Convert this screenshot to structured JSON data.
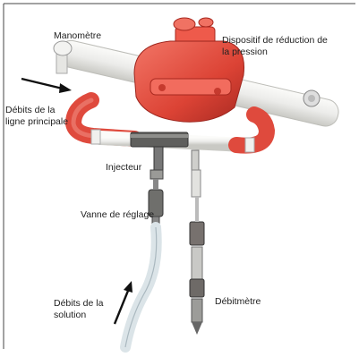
{
  "labels": {
    "manometre": "Manomètre",
    "pressure_device": [
      "Dispositif de réduction de",
      "la pression"
    ],
    "main_line": [
      "Débits de la",
      "ligne principale"
    ],
    "injector": "Injecteur",
    "valve": "Vanne de réglage",
    "solution": [
      "Débits de la",
      "solution"
    ],
    "flowmeter": "Débitmètre"
  },
  "colors": {
    "pipe": "#eeeeec",
    "pipe_edge": "#b9b9b4",
    "red": "#e04c3f",
    "red_dark": "#b9302a",
    "tube": "#dde6ea",
    "metal": "#7a7a78"
  },
  "icons": [
    "left-arrow-icon",
    "up-arrow-icon"
  ]
}
